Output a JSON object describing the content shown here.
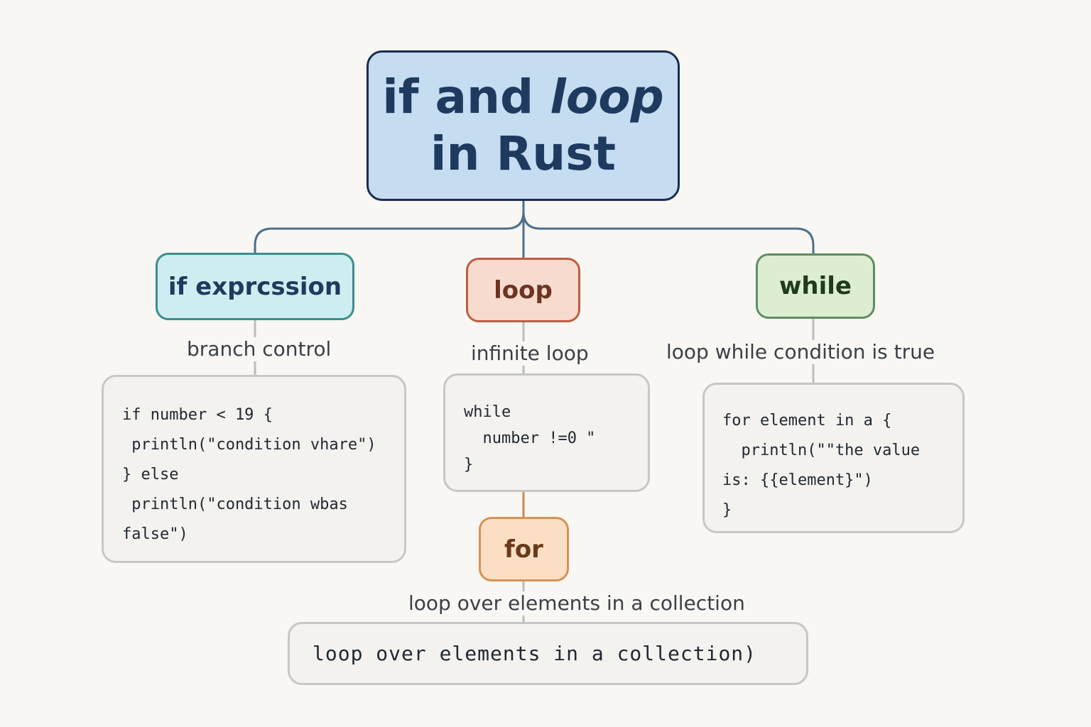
{
  "title": {
    "line1_prefix": "if and ",
    "line1_emphasis": "loop",
    "line2": "in Rust"
  },
  "topics": {
    "if_expression": {
      "label": "if exprcssion",
      "description": "branch control",
      "code": [
        "if number < 19 {",
        " println(\"condition vhare\")",
        "} else",
        " println(\"condition wbas",
        "false\")"
      ]
    },
    "loop": {
      "label": "loop",
      "description": "infinite loop",
      "code": [
        "while",
        "  number !=0 \"",
        "}"
      ]
    },
    "while": {
      "label": "while",
      "description": "loop while condition is true",
      "code": [
        "for element in a {",
        "  println(\"\"the value",
        "is: {{element}\")",
        "}"
      ]
    },
    "for": {
      "label": "for",
      "description": "loop over elements in a collection",
      "code": [
        "loop over elements in a collection)"
      ]
    }
  },
  "colors": {
    "background": "#f8f7f3",
    "title_fill": "#c5dcf1",
    "title_border": "#1b2d4d",
    "if_fill": "#cdeef0",
    "if_border": "#3e8d8d",
    "loop_fill": "#f7dbcf",
    "loop_border": "#bd5d43",
    "while_fill": "#ddedd2",
    "while_border": "#5c8f5f",
    "for_fill": "#fbdfc5",
    "for_border": "#d69256",
    "main_connector": "#4d7089",
    "sub_connector": "#bcbcbc",
    "for_connector": "#c98a52"
  }
}
